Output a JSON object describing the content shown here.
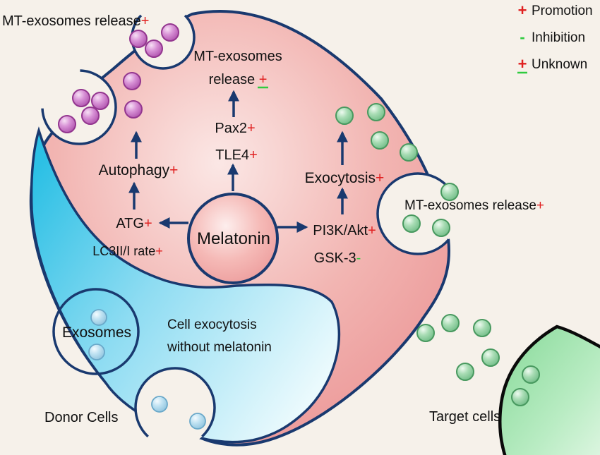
{
  "figure": {
    "melatonin_label": "Melatonin",
    "release_labels": {
      "top_left": {
        "text": "MT-exosomes release",
        "suffix": "+"
      },
      "top_center_line1": "MT-exosomes",
      "top_center_line2": {
        "text": "release ",
        "suffix": "+"
      },
      "right": {
        "text": "MT-exosomes release",
        "suffix": "+"
      }
    },
    "autophagy_pathway": {
      "autophagy": {
        "text": "Autophagy",
        "suffix": "+"
      },
      "atg": {
        "text": "ATG",
        "suffix": "+"
      },
      "lc3": {
        "text": "LC3II/I rate",
        "suffix": "+"
      }
    },
    "exosome_pathway": {
      "pax2": {
        "text": "Pax2",
        "suffix": "+"
      },
      "tle4": {
        "text": "TLE4",
        "suffix": "+"
      }
    },
    "exocytosis_pathway": {
      "exocytosis": {
        "text": "Exocytosis",
        "suffix": "+"
      },
      "pi3k_akt": {
        "text": "PI3K/Akt",
        "suffix": "+"
      },
      "gsk3": {
        "text": "GSK-3",
        "suffix": "-"
      }
    },
    "no_melatonin_region": {
      "line1": "Cell exocytosis",
      "line2": "without melatonin",
      "exosomes_label": "Exosomes"
    },
    "donor_cells_label": "Donor Cells",
    "target_cells_label": "Target cells"
  },
  "legend": {
    "promotion": {
      "symbol": "+",
      "label": "Promotion"
    },
    "inhibition": {
      "symbol": "-",
      "label": "Inhibition"
    },
    "unknown": {
      "symbol": "+",
      "label": "Unknown"
    }
  },
  "dots": {
    "purple": [
      [
        196,
        55
      ],
      [
        218,
        69
      ],
      [
        241,
        46
      ],
      [
        187,
        115
      ],
      [
        189,
        155
      ],
      [
        115,
        139
      ],
      [
        142,
        143
      ],
      [
        128,
        164
      ],
      [
        95,
        176
      ]
    ],
    "green": [
      [
        488,
        164
      ],
      [
        533,
        159
      ],
      [
        538,
        199
      ],
      [
        579,
        216
      ],
      [
        637,
        272
      ],
      [
        583,
        317
      ],
      [
        625,
        323
      ],
      [
        603,
        472
      ],
      [
        638,
        458
      ],
      [
        683,
        465
      ],
      [
        695,
        507
      ],
      [
        659,
        527
      ],
      [
        752,
        531
      ],
      [
        737,
        563
      ]
    ],
    "blue": [
      [
        140,
        450
      ],
      [
        137,
        499
      ],
      [
        226,
        573
      ],
      [
        280,
        597
      ]
    ]
  },
  "arrows": [
    [
      330,
      271,
      330,
      234
    ],
    [
      331,
      166,
      331,
      130
    ],
    [
      190,
      297,
      190,
      260
    ],
    [
      193,
      225,
      193,
      188
    ],
    [
      267,
      316,
      227,
      316
    ],
    [
      393,
      322,
      434,
      322
    ],
    [
      485,
      304,
      485,
      268
    ],
    [
      485,
      234,
      485,
      188
    ]
  ],
  "colors": {
    "background": "#f6f1ea",
    "membrane_navy": "#19396f",
    "cell_pink": "#ea9192",
    "cytosol_blue": "#2cc0e5",
    "target_green": "#86d998",
    "promotion_red": "#e02020",
    "inhibition_green": "#2fcb3f",
    "exosome_purple": "#b054ae",
    "exosome_green": "#72bd88",
    "exosome_blue": "#90c4de"
  }
}
